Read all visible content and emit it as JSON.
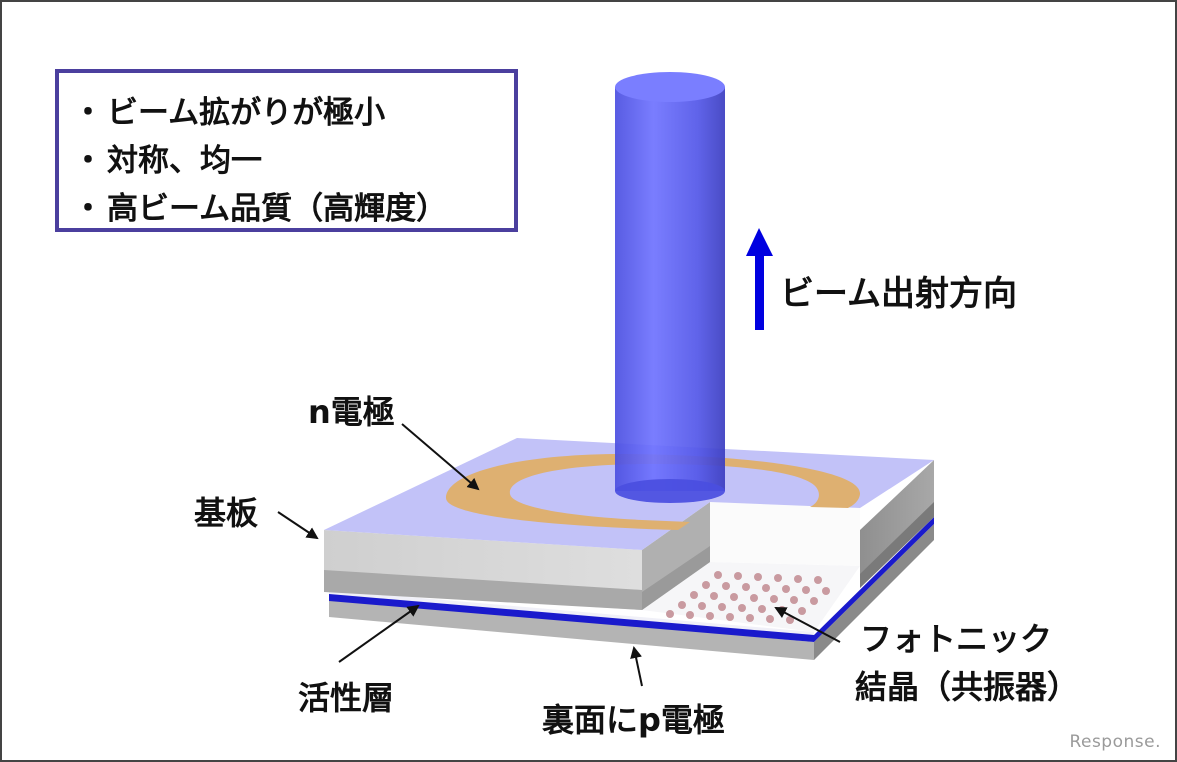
{
  "feature_box": {
    "bullet": "・",
    "items": [
      "ビーム拡がりが極小",
      "対称、均一",
      "高ビーム品質（高輝度）"
    ]
  },
  "beam_direction": {
    "label": "ビーム出射方向",
    "arrow_color": "#0000e0"
  },
  "labels": {
    "n_electrode": "n電極",
    "substrate": "基板",
    "active_layer": "活性層",
    "back_p_electrode": "裏面にp電極",
    "photonic_crystal_line1": "フォトニック",
    "photonic_crystal_line2": "結晶（共振器）"
  },
  "colors": {
    "beam": "#5a5ef0",
    "top_surface": "#c2c2f8",
    "electrode_ring": "#deb071",
    "active_layer_line": "#1a1acc",
    "box_border": "#4b3f9e"
  },
  "watermark": "Response."
}
